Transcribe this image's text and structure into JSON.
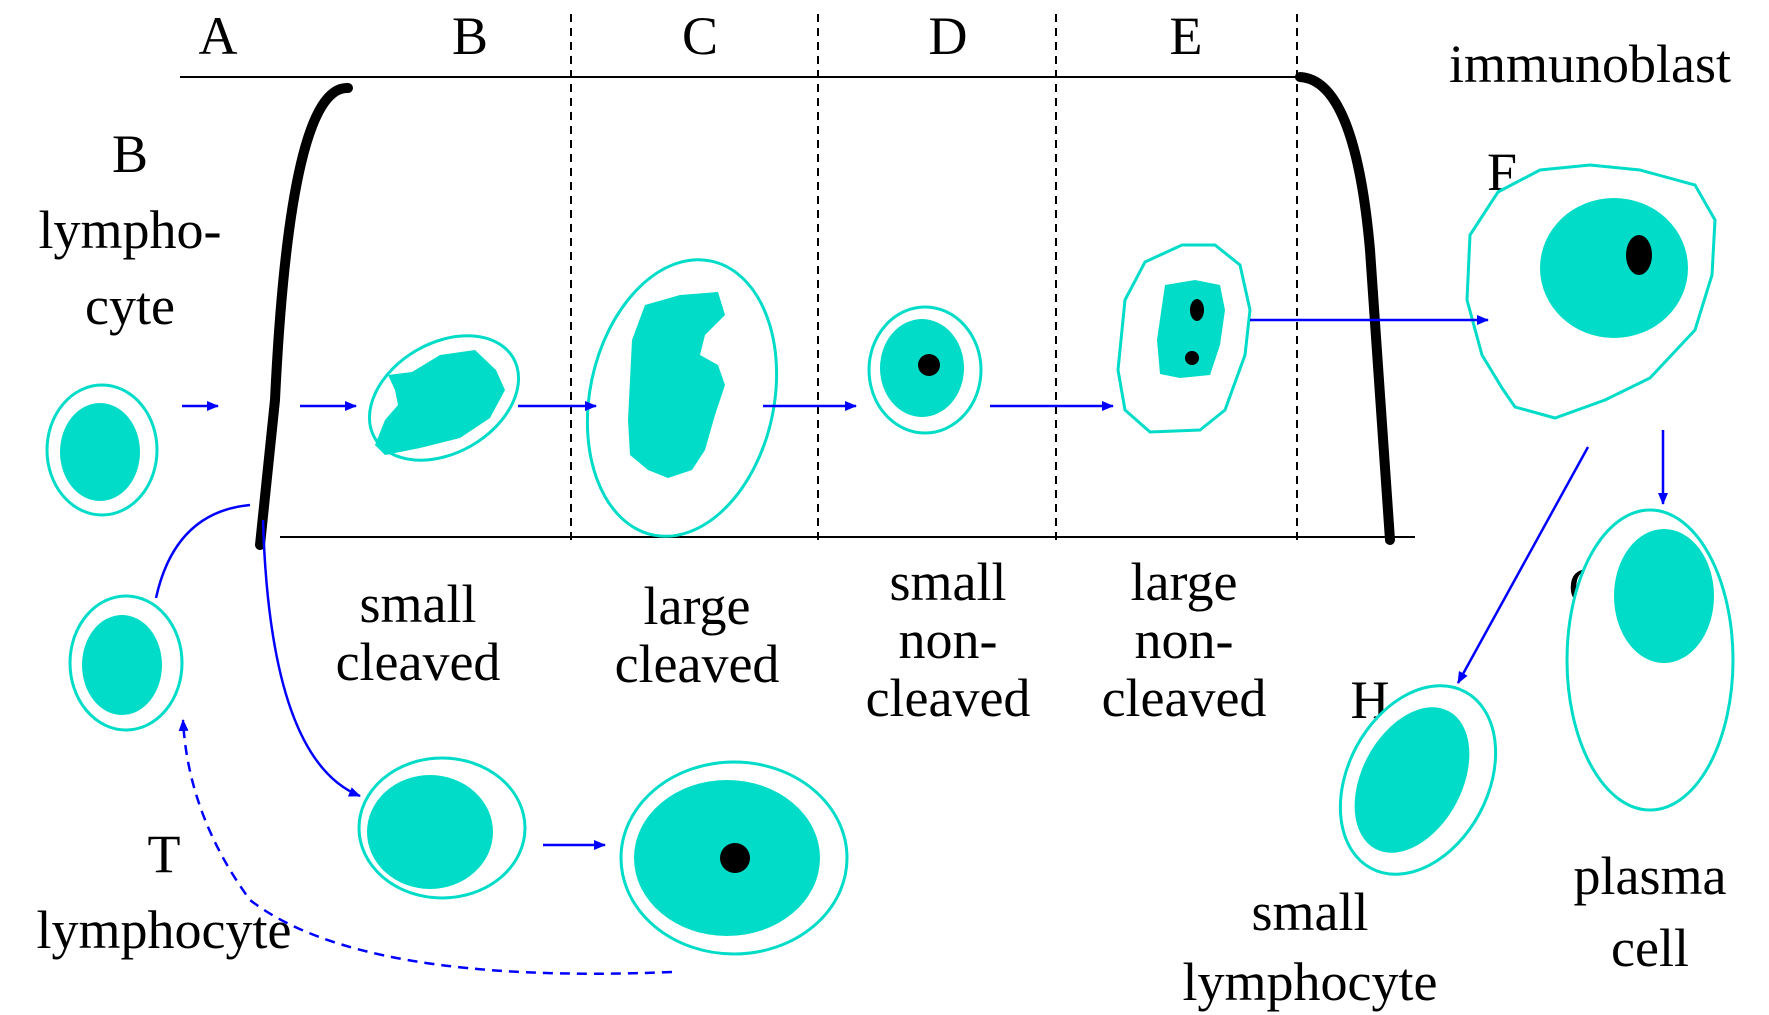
{
  "stages": {
    "A": "A",
    "B": "B",
    "C": "C",
    "D": "D",
    "E": "E",
    "F": "F",
    "G": "G",
    "H": "H"
  },
  "labels": {
    "b_lymphocyte_line1": "B",
    "b_lymphocyte_line2": "lympho-",
    "b_lymphocyte_line3": "cyte",
    "immunoblast": "immunoblast",
    "small_cleaved_line1": "small",
    "small_cleaved_line2": "cleaved",
    "large_cleaved_line1": "large",
    "large_cleaved_line2": "cleaved",
    "small_noncleaved_line1": "small",
    "small_noncleaved_line2": "non-",
    "small_noncleaved_line3": "cleaved",
    "large_noncleaved_line1": "large",
    "large_noncleaved_line2": "non-",
    "large_noncleaved_line3": "cleaved",
    "t_lymphocyte_line1": "T",
    "t_lymphocyte_line2": "lymphocyte",
    "small_lymphocyte_line1": "small",
    "small_lymphocyte_line2": "lymphocyte",
    "plasma_cell_line1": "plasma",
    "plasma_cell_line2": "cell"
  },
  "colors": {
    "cell": "#00dcc8",
    "arrow": "#0000ff",
    "line": "#000000"
  }
}
